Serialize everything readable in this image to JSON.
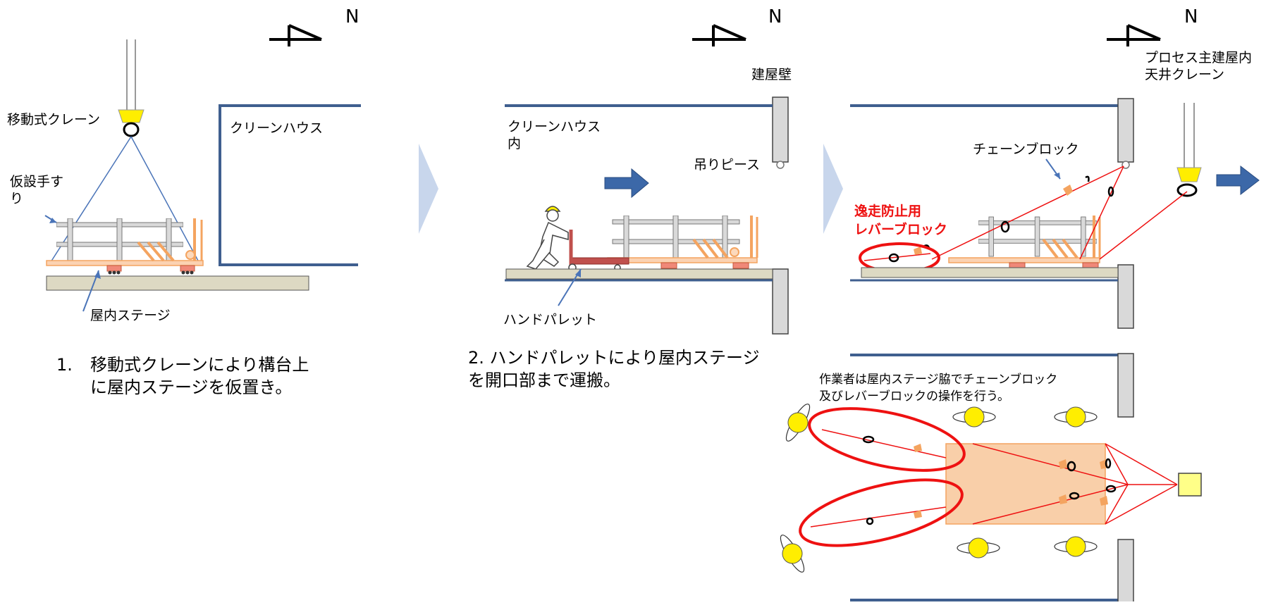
{
  "north_label": "N",
  "panel1": {
    "crane_label": "移動式クレーン",
    "cleanhouse_label": "クリーンハウス",
    "handrail_label_line1": "仮設手す",
    "handrail_label_line2": "り",
    "stage_label": "屋内ステージ",
    "caption_number": "1.",
    "caption_line1": "移動式クレーンにより構台上",
    "caption_line2": "に屋内ステージを仮置き。"
  },
  "panel2": {
    "wall_label": "建屋壁",
    "cleanhouse_label_line1": "クリーンハウス",
    "cleanhouse_label_line2": "内",
    "lifting_piece_label": "吊りピース",
    "hand_pallet_label": "ハンドパレット",
    "caption_line1": "2. ハンドパレットにより屋内ステージ",
    "caption_line2": "を開口部まで運搬。"
  },
  "panel3": {
    "crane_label_line1": "プロセス主建屋内",
    "crane_label_line2": "天井クレーン",
    "chain_block_label": "チェーンブロック",
    "lever_block_label_line1": "逸走防止用",
    "lever_block_label_line2": "レバーブロック",
    "worker_note_line1": "作業者は屋内ステージ脇でチェーンブロック",
    "worker_note_line2": "及びレバーブロックの操作を行う。"
  },
  "colors": {
    "building_line": "#3f5f8f",
    "stage_orange": "#f4a460",
    "stage_fill": "#f9cfa9",
    "red": "#ee1111",
    "yellow": "#ffee00",
    "chevron": "#c8d6ec",
    "arrow_blue": "#3c68a8",
    "rope_blue": "#4a74b8",
    "floor": "#ddd9c3"
  }
}
